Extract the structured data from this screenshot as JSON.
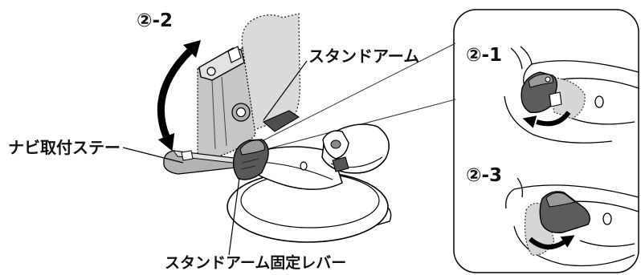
{
  "labels": {
    "step_2_2": "②-2",
    "stand_arm": "スタンドアーム",
    "navi_mount_stay": "ナビ取付ステー",
    "stand_arm_lock_lever": "スタンドアーム固定レバー"
  },
  "inset": {
    "step_2_1": "②-1",
    "step_2_3": "②-3"
  }
}
